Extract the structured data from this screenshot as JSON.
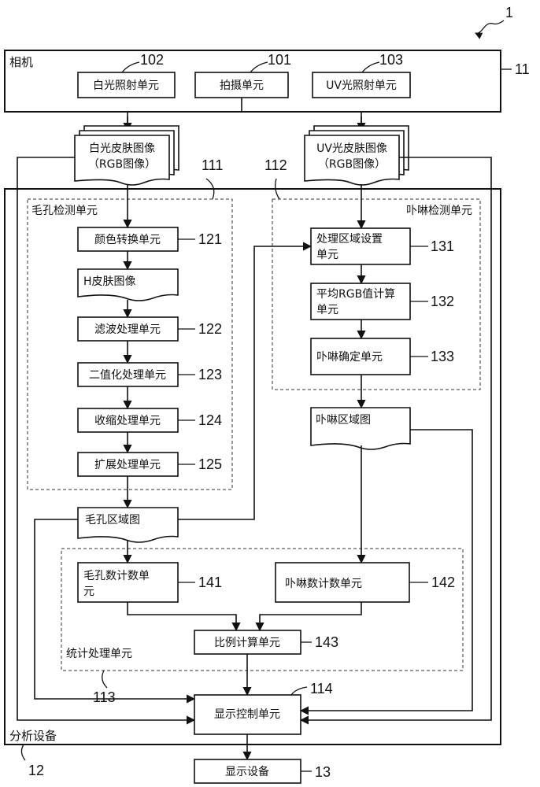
{
  "figure_ref": "1",
  "camera": {
    "label": "相机",
    "ref": "11",
    "units": [
      {
        "label": "白光照射单元",
        "ref": "102"
      },
      {
        "label": "拍摄单元",
        "ref": "101"
      },
      {
        "label": "UV光照射单元",
        "ref": "103"
      }
    ]
  },
  "images": {
    "white": [
      "白光皮肤图像",
      "（RGB图像）"
    ],
    "uv": [
      "UV光皮肤图像",
      "（RGB图像）"
    ]
  },
  "analysis": {
    "label": "分析设备",
    "ref": "12",
    "pore_group": {
      "label": "毛孔检测单元",
      "ref": "111",
      "units": [
        {
          "label": "颜色转换单元",
          "ref": "121"
        },
        {
          "label": "H皮肤图像"
        },
        {
          "label": "滤波处理单元",
          "ref": "122"
        },
        {
          "label": "二值化处理单元",
          "ref": "123"
        },
        {
          "label": "收缩处理单元",
          "ref": "124"
        },
        {
          "label": "扩展处理单元",
          "ref": "125"
        }
      ]
    },
    "porphyrin_group": {
      "label": "卟啉检测单元",
      "ref": "112",
      "units": [
        {
          "lines": [
            "处理区域设置",
            "单元"
          ],
          "ref": "131"
        },
        {
          "lines": [
            "平均RGB值计算",
            "单元"
          ],
          "ref": "132"
        },
        {
          "lines": [
            "卟啉确定单元"
          ],
          "ref": "133"
        }
      ]
    },
    "pore_map": "毛孔区域图",
    "porphyrin_map": "卟啉区域图",
    "stats_group": {
      "label": "统计处理单元",
      "ref": "113",
      "pore_count": {
        "lines": [
          "毛孔数计数单",
          "元"
        ],
        "ref": "141"
      },
      "porphyrin_count": {
        "label": "卟啉数计数单元",
        "ref": "142"
      },
      "ratio": {
        "label": "比例计算单元",
        "ref": "143"
      }
    },
    "display_control": {
      "label": "显示控制单元",
      "ref": "114"
    }
  },
  "display_device": {
    "label": "显示设备",
    "ref": "13"
  }
}
